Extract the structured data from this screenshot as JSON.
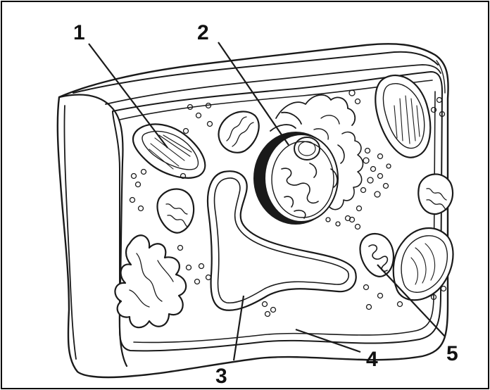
{
  "labels": {
    "l1": "1",
    "l2": "2",
    "l3": "3",
    "l4": "4",
    "l5": "5"
  },
  "colors": {
    "ink": "#1a1a1a",
    "background": "#ffffff",
    "frame": "#000000"
  }
}
